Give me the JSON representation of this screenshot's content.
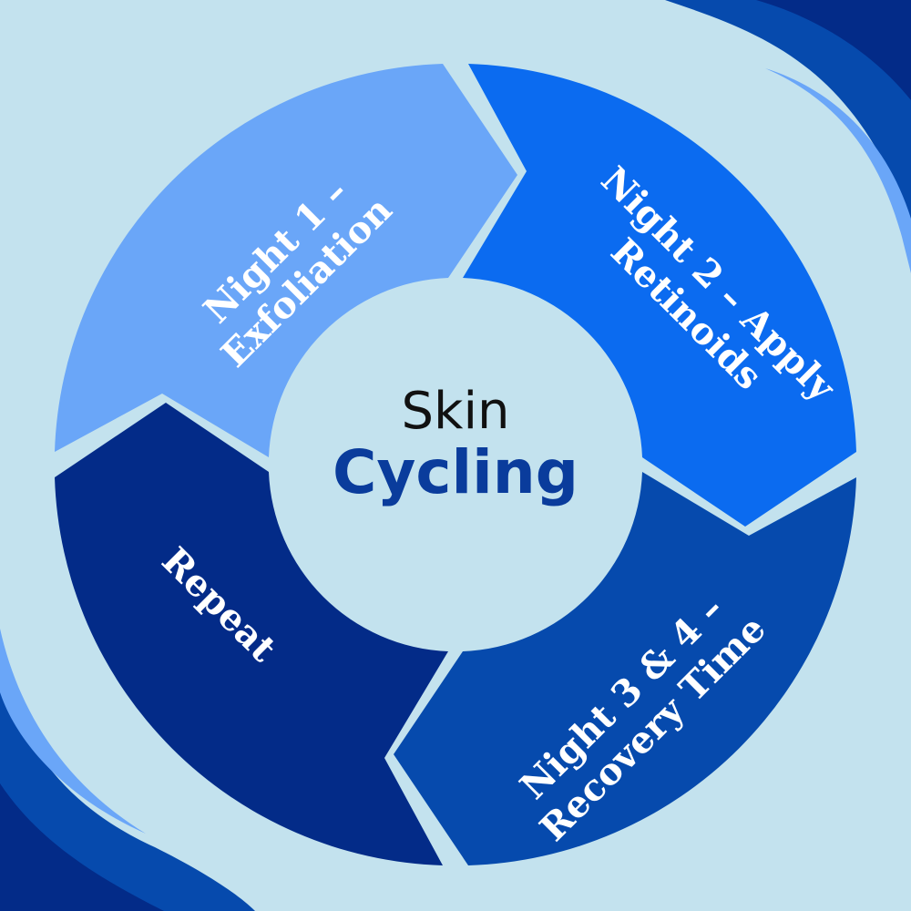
{
  "title": {
    "line1": "Skin",
    "line2": "Cycling"
  },
  "segments": [
    {
      "label_line1": "Night 1 –",
      "label_line2": "Exfoliation",
      "color": "#6aa6f8"
    },
    {
      "label_line1": "Night 2 – Apply",
      "label_line2": "Retinoids",
      "color": "#0b6bf0"
    },
    {
      "label_line1": "Night 3 & 4 –",
      "label_line2": "Recovery Time",
      "color": "#064aad"
    },
    {
      "label_line1": "Repeat",
      "label_line2": "",
      "color": "#032b88"
    }
  ],
  "colors": {
    "background": "#c3e2ee",
    "corner_dark": "#032b88",
    "corner_mid": "#064aad",
    "corner_light": "#6aa6f8"
  }
}
